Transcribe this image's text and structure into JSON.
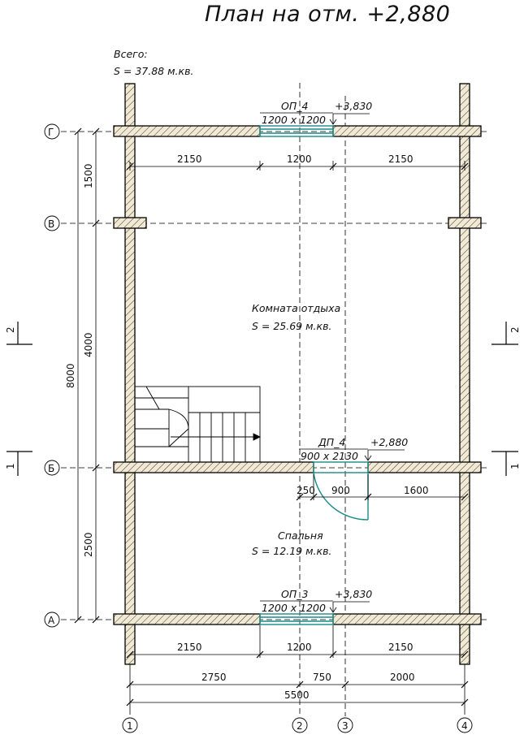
{
  "title": "План на отм. +2,880",
  "total": {
    "label": "Всего:",
    "area": "S    =  37.88 м.кв."
  },
  "rooms": [
    {
      "name": "Комната отдыха",
      "area": "S    = 25.69 м.кв."
    },
    {
      "name": "Спальня",
      "area": "S    = 12.19 м.кв."
    }
  ],
  "openings": {
    "window_top": {
      "mark": "ОП_4",
      "size": "1200 x 1200",
      "level": "+3,830"
    },
    "door": {
      "mark": "ДП_4",
      "size": "900 x 2130",
      "level": "+2,880"
    },
    "window_bottom": {
      "mark": "ОП_3",
      "size": "1200 x 1200",
      "level": "+3,830"
    }
  },
  "axes": {
    "letters": [
      "Г",
      "В",
      "Б",
      "А"
    ],
    "numbers": [
      "1",
      "2",
      "3",
      "4"
    ]
  },
  "sections": [
    "2",
    "2",
    "1",
    "1"
  ],
  "dimensions": {
    "top_row": [
      "2150",
      "1200",
      "2150"
    ],
    "bottom_row": [
      "2150",
      "1200",
      "2150"
    ],
    "axis_row": [
      "2750",
      "750",
      "2000"
    ],
    "overall": "5500",
    "door_row": [
      "250",
      "900",
      "1600"
    ],
    "vertical_chain": [
      "1500",
      "4000",
      "2500"
    ],
    "vertical_overall": "8000"
  }
}
